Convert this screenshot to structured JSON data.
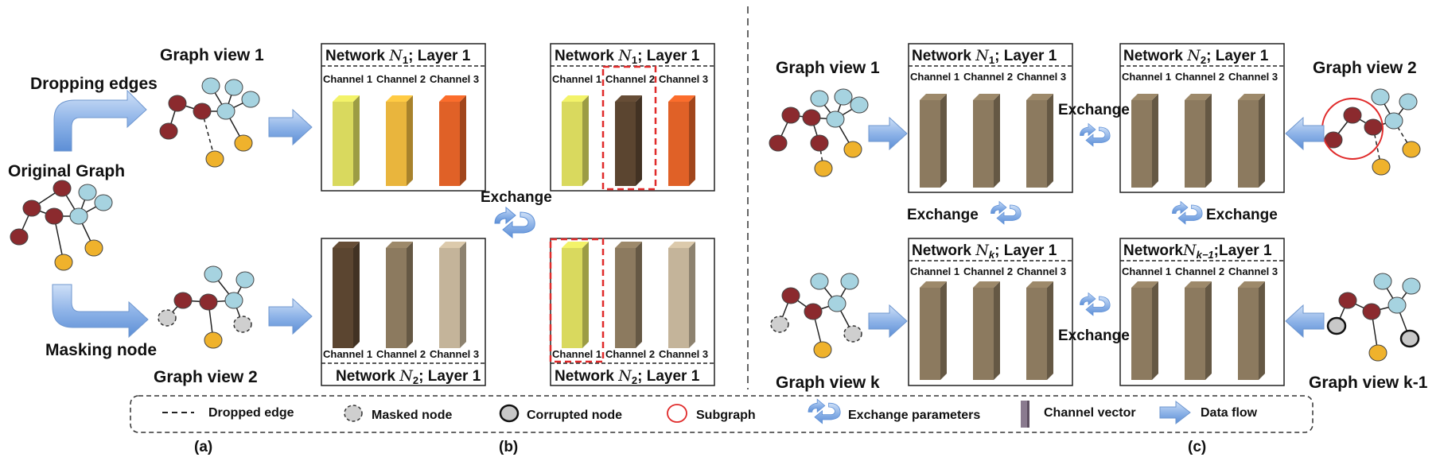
{
  "panel_a": {
    "original_graph": "Original Graph",
    "dropping_edges": "Dropping edges",
    "masking_node": "Masking node",
    "graph_view_1": "Graph view 1",
    "graph_view_2": "Graph view 2",
    "caption": "(a)"
  },
  "panel_b": {
    "net_n1_prefix": "Network",
    "net_n1_sym": "N",
    "net_n1_sub": "1",
    "net_n2_sym": "N",
    "net_n2_sub": "2",
    "layer_suffix": "; Layer 1",
    "channel_1": "Channel 1",
    "channel_2": "Channel 2",
    "channel_3": "Channel 3",
    "exchange": "Exchange",
    "caption": "(b)"
  },
  "panel_c": {
    "graph_view_1": "Graph view 1",
    "graph_view_2": "Graph view 2",
    "graph_view_k": "Graph view k",
    "graph_view_k1": "Graph view k-1",
    "net_prefix": "Network",
    "sub_1": "1",
    "sub_2": "2",
    "sub_k": "k",
    "sub_k1": "k−1",
    "layer_suffix": "; Layer 1",
    "layer_suffix_tight": ";Layer 1",
    "exchange": "Exchange",
    "caption": "(c)"
  },
  "legend": {
    "dropped_edge": "Dropped edge",
    "masked_node": "Masked node",
    "corrupted_node": "Corrupted node",
    "subgraph": "Subgraph",
    "exchange_parameters": "Exchange parameters",
    "channel_vector": "Channel vector",
    "data_flow": "Data flow"
  },
  "colors": {
    "node_red": "#8b2a2e",
    "node_blue": "#a6d3e0",
    "node_orange": "#efb22c",
    "arrow_blue": "#8fb4e8",
    "yellow_bar": "#d9d95e",
    "gold_bar": "#e9b53d",
    "orange_bar": "#e06127",
    "dark_brown": "#5b4530",
    "mid_brown": "#8c7a5f",
    "light_brown": "#c4b49a",
    "dash_red": "#e02a2a"
  }
}
